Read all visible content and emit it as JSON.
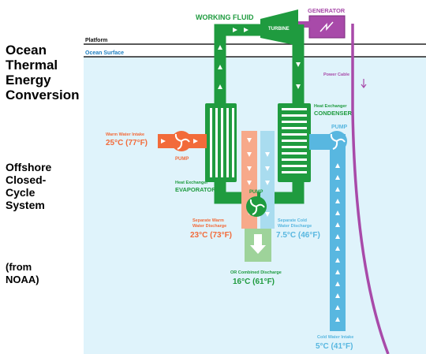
{
  "side_titles": {
    "title_lines": [
      "Ocean",
      "Thermal",
      "Energy",
      "Conversion"
    ],
    "subtitle_lines": [
      "Offshore",
      "Closed-",
      "Cycle",
      "System"
    ],
    "source_lines": [
      "(from",
      "NOAA)"
    ]
  },
  "labels": {
    "platform": "Platform",
    "ocean_surface": "Ocean Surface",
    "working_fluid": "WORKING FLUID",
    "turbine": "TURBINE",
    "generator": "GENERATOR",
    "power_cable": "Power Cable",
    "hx_condenser_line1": "Heat Exchanger",
    "hx_condenser_line2": "CONDENSER",
    "pump_right": "PUMP",
    "warm_intake_title": "Warm Water Intake",
    "warm_intake_temp": "25°C (77°F)",
    "pump_left": "PUMP",
    "hx_evaporator_line1": "Heat Exchanger",
    "hx_evaporator_line2": "EVAPORATOR",
    "pump_center": "PUMP",
    "warm_discharge_line1": "Separate Warm",
    "warm_discharge_line2": "Water Discharge",
    "warm_discharge_temp": "23°C (73°F)",
    "cold_discharge_line1": "Separate Cold",
    "cold_discharge_line2": "Water Discharge",
    "cold_discharge_temp": "7.5°C (46°F)",
    "combined_title": "OR Combined Discharge",
    "combined_temp": "16°C (61°F)",
    "cold_intake_title": "Cold Water Intake",
    "cold_intake_temp": "5°C (41°F)"
  },
  "colors": {
    "ocean": "#dff3fb",
    "working_fluid": "#1f9b3f",
    "warm_water": "#f26b3a",
    "warm_pale": "#f7a98a",
    "cold_water": "#58b7e0",
    "cold_pale": "#a9dcef",
    "combined": "#9ed39a",
    "generator": "#a84aa9",
    "heading": "#159a3c",
    "surface_text": "#1e7fc0"
  },
  "icons": [
    "pump-icon",
    "generator-icon",
    "arrow-icon"
  ]
}
